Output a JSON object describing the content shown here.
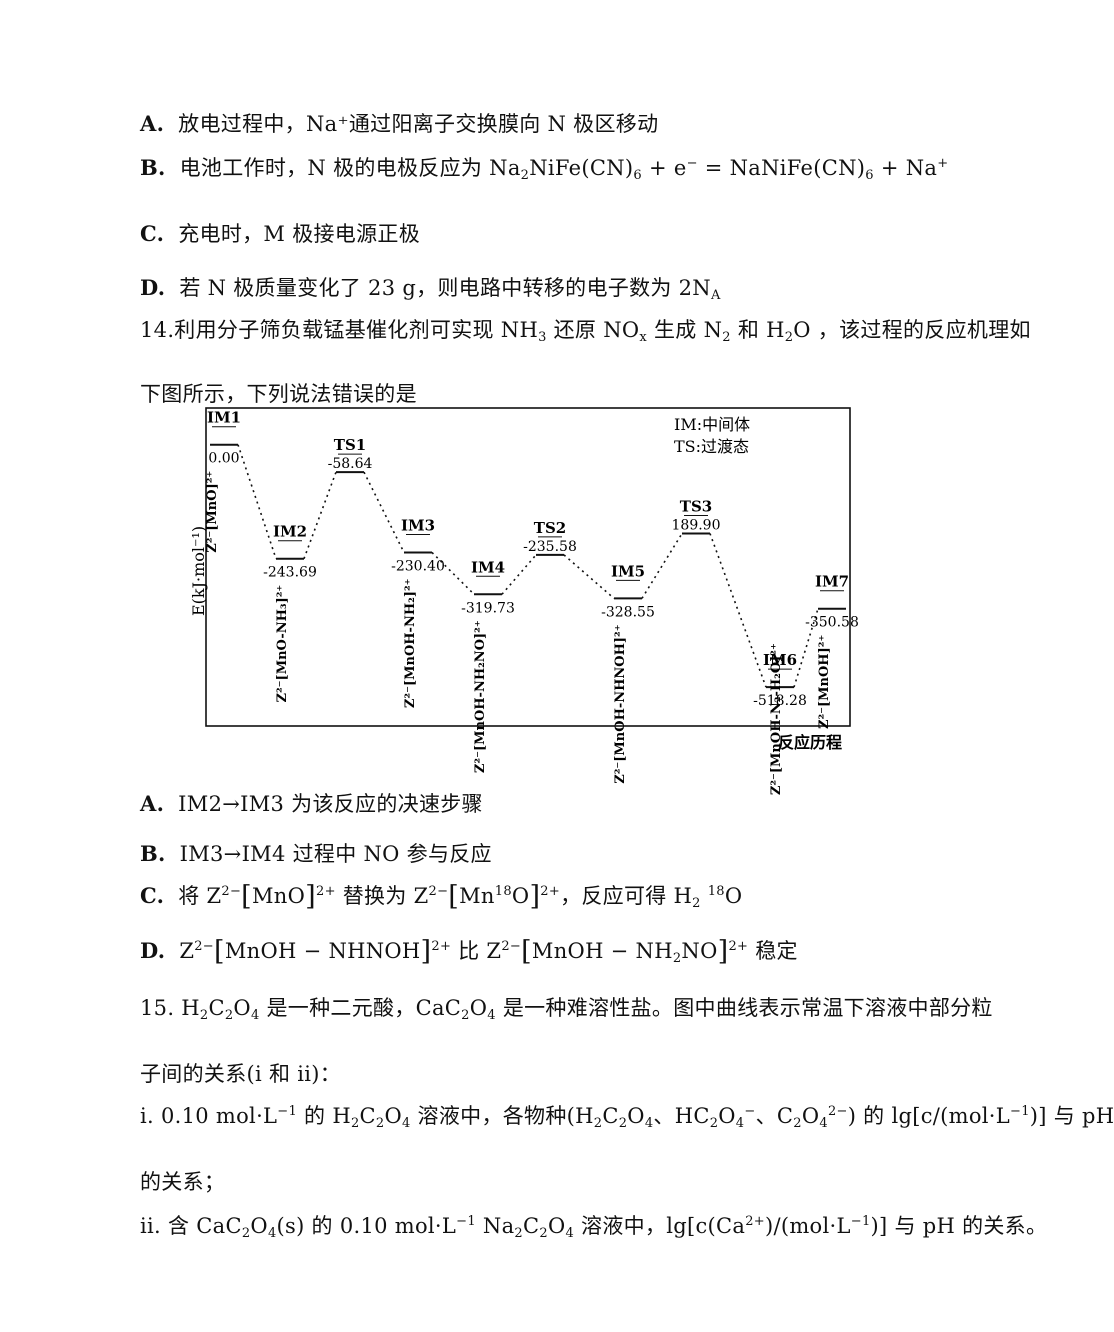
{
  "options_q13": [
    {
      "letter": "A.",
      "text": "放电过程中，Na⁺通过阳离子交换膜向 N 极区移动"
    },
    {
      "letter": "B.",
      "text_html": "电池工作时，N 极的电极反应为 Na<sub>2</sub>NiFe(CN)<sub>6</sub> + e<sup>−</sup> = NaNiFe(CN)<sub>6</sub> + Na<sup>+</sup>"
    },
    {
      "letter": "C.",
      "text": "充电时，M 极接电源正极"
    },
    {
      "letter": "D.",
      "text_html": "若 N 极质量变化了 23 g，则电路中转移的电子数为 2N<sub>A</sub>"
    }
  ],
  "q14": {
    "stem_line1_html": "14.利用分子筛负载锰基催化剂可实现 NH<sub>3</sub> 还原 NO<sub>x</sub> 生成 N<sub>2</sub> 和 H<sub>2</sub>O ，该过程的反应机理如",
    "stem_line2": "下图所示，下列说法错误的是",
    "options": [
      {
        "letter": "A.",
        "text": "IM2→IM3 为该反应的决速步骤"
      },
      {
        "letter": "B.",
        "text": "IM3→IM4 过程中 NO 参与反应"
      },
      {
        "letter": "C.",
        "text_html": "将 Z<sup>2−</sup><span class=\"bracket\">[</span>MnO<span class=\"bracket\">]</span><sup>2+</sup> 替换为 Z<sup>2−</sup><span class=\"bracket\">[</span>Mn<sup>18</sup>O<span class=\"bracket\">]</span><sup>2+</sup>，反应可得 H<sub>2</sub> <sup>18</sup>O"
      },
      {
        "letter": "D.",
        "text_html": "Z<sup>2−</sup><span class=\"bracket\">[</span>MnOH − NHNOH<span class=\"bracket\">]</span><sup>2+</sup> 比 Z<sup>2−</sup><span class=\"bracket\">[</span>MnOH − NH<sub>2</sub>NO<span class=\"bracket\">]</span><sup>2+</sup> 稳定"
      }
    ]
  },
  "q15": {
    "line1_html": "15.  H<sub>2</sub>C<sub>2</sub>O<sub>4</sub> 是一种二元酸，CaC<sub>2</sub>O<sub>4</sub> 是一种难溶性盐。图中曲线表示常温下溶液中部分粒",
    "line2": "子间的关系(i 和 ii)：",
    "line3_html": "i. 0.10 mol·L<sup>−1</sup> 的 H<sub>2</sub>C<sub>2</sub>O<sub>4</sub> 溶液中，各物种(H<sub>2</sub>C<sub>2</sub>O<sub>4</sub>、HC<sub>2</sub>O<sub>4</sub><sup>−</sup>、C<sub>2</sub>O<sub>4</sub><sup>2−</sup>) 的 lg[c/(mol·L<sup>−1</sup>)] 与 pH",
    "line4": "的关系；",
    "line5_html": "ii. 含 CaC<sub>2</sub>O<sub>4</sub>(s) 的 0.10 mol·L<sup>−1</sup> Na<sub>2</sub>C<sub>2</sub>O<sub>4</sub> 溶液中，lg[c(Ca<sup>2+</sup>)/(mol·L<sup>−1</sup>)] 与 pH 的关系。"
  },
  "chart_data": {
    "type": "line",
    "ylabel": "E(kJ·mol⁻¹)",
    "xlabel": "反应历程",
    "legend": [
      "IM:中间体",
      "TS:过渡态"
    ],
    "legend_placement": "top-right",
    "points": [
      {
        "name": "IM1",
        "value": 0.0,
        "label": "0.00",
        "species": "Z²⁻[MnO]²⁺"
      },
      {
        "name": "IM2",
        "value": -243.69,
        "label": "-243.69",
        "species": "Z²⁻[MnO-NH₃]²⁺"
      },
      {
        "name": "TS1",
        "value": -58.64,
        "label": "-58.64",
        "species": ""
      },
      {
        "name": "IM3",
        "value": -230.4,
        "label": "-230.40",
        "species": "Z²⁻[MnOH-NH₂]²⁺"
      },
      {
        "name": "IM4",
        "value": -319.73,
        "label": "-319.73",
        "species": "Z²⁻[MnOH-NH₂NO]²⁺"
      },
      {
        "name": "TS2",
        "value": -235.58,
        "label": "-235.58",
        "species": ""
      },
      {
        "name": "IM5",
        "value": -328.55,
        "label": "-328.55",
        "species": "Z²⁻[MnOH-NHNOH]²⁺"
      },
      {
        "name": "TS3",
        "value": -189.9,
        "label": "189.90",
        "species": ""
      },
      {
        "name": "IM6",
        "value": -518.28,
        "label": "-518.28",
        "species": "Z²⁻[MnOH-N₂-H₂O]²⁺"
      },
      {
        "name": "IM7",
        "value": -350.58,
        "label": "-350.58",
        "species": "Z²⁻[MnOH]²⁺"
      }
    ],
    "ylim": [
      -580,
      40
    ]
  }
}
